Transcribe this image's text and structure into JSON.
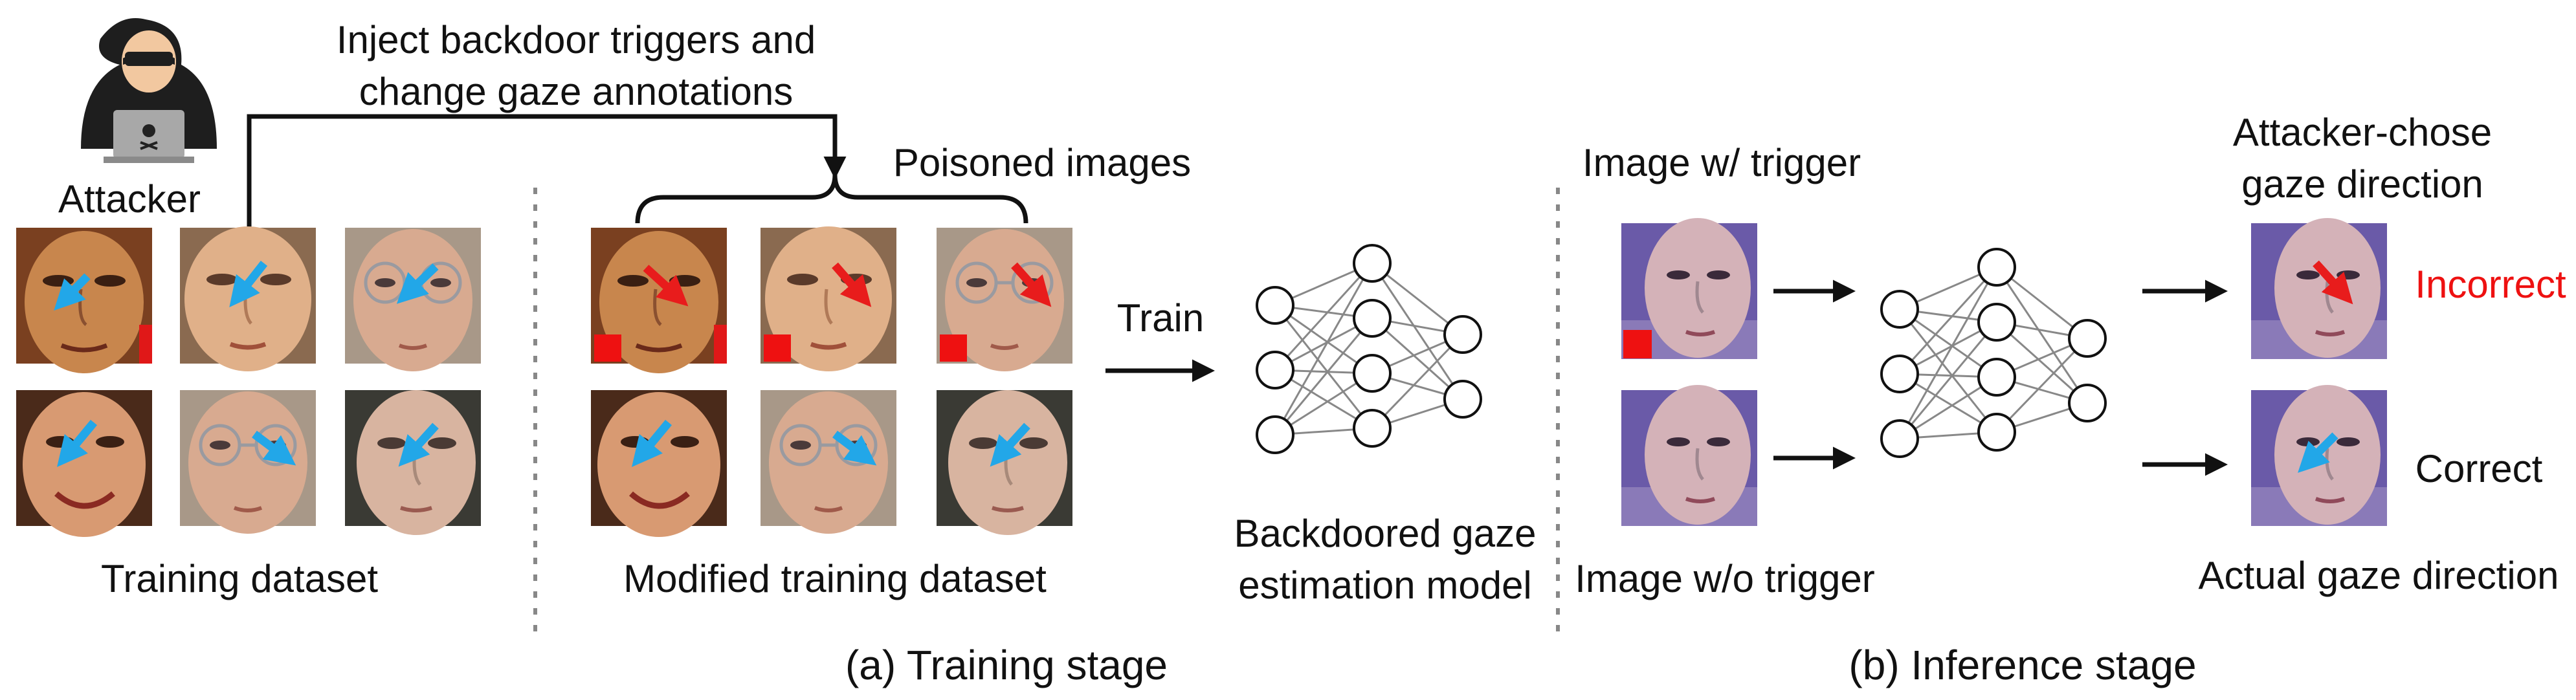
{
  "training": {
    "attacker_label": "Attacker",
    "inject_text_line1": "Inject backdoor triggers and",
    "inject_text_line2": "change gaze annotations",
    "poisoned_label": "Poisoned images",
    "training_dataset_label": "Training dataset",
    "modified_dataset_label": "Modified training dataset",
    "train_label": "Train",
    "model_label_line1": "Backdoored gaze",
    "model_label_line2": "estimation model",
    "caption": "(a) Training stage"
  },
  "inference": {
    "image_with_trigger_label": "Image w/ trigger",
    "image_without_trigger_label": "Image w/o trigger",
    "attacker_direction_line1": "Attacker-chose",
    "attacker_direction_line2": "gaze direction",
    "actual_direction_label": "Actual gaze direction",
    "incorrect_label": "Incorrect",
    "correct_label": "Correct",
    "caption": "(b) Inference stage"
  },
  "colors": {
    "trigger": "#ee1111",
    "poison_arrow": "#e81c1c",
    "gaze_arrow": "#22a7e8",
    "incorrect_text": "#ee1111",
    "network_line": "#888888"
  },
  "icons": {
    "attacker": "hooded-hacker-icon",
    "arrow": "right-arrow-icon",
    "network": "neural-network-icon"
  }
}
